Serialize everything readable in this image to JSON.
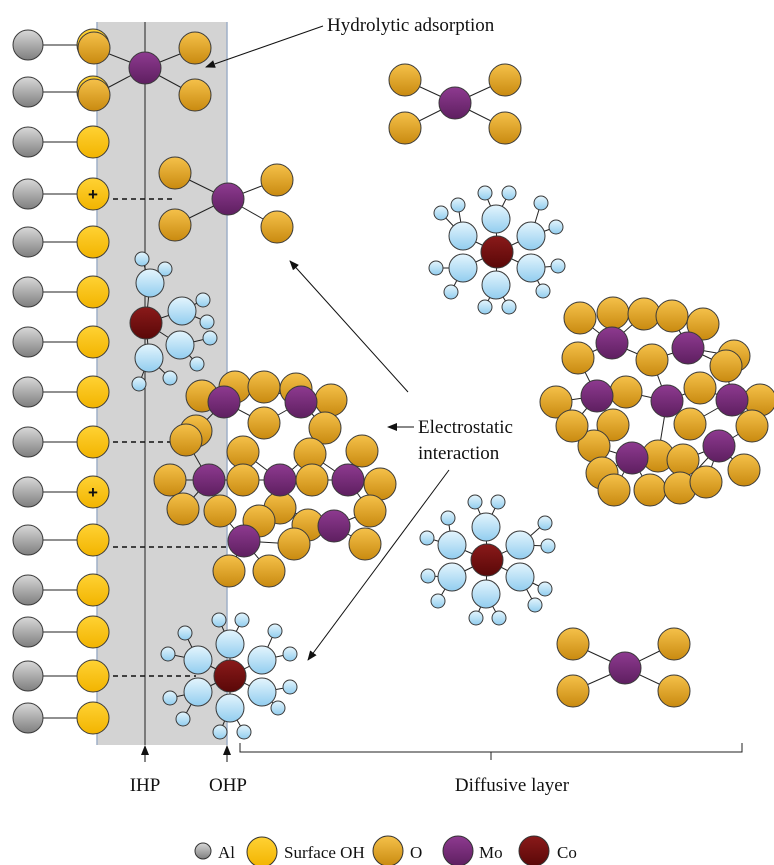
{
  "labels": {
    "hydrolytic": "Hydrolytic adsorption",
    "electrostatic_1": "Electrostatic",
    "electrostatic_2": "interaction",
    "ihp": "IHP",
    "ohp": "OHP",
    "diffusive": "Diffusive layer",
    "plus": "+"
  },
  "legend": [
    {
      "key": "al",
      "label": "Al"
    },
    {
      "key": "surface_oh",
      "label": "Surface OH"
    },
    {
      "key": "o",
      "label": "O"
    },
    {
      "key": "mo",
      "label": "Mo"
    },
    {
      "key": "co",
      "label": "Co"
    }
  ],
  "colors": {
    "al": "#9a9a9a",
    "surface_oh": "#ffc000",
    "o": "#e5a020",
    "mo": "#7b2a7d",
    "co": "#7a0f0f",
    "h": "#bfe4f7",
    "layer": "#d0d0d0"
  }
}
